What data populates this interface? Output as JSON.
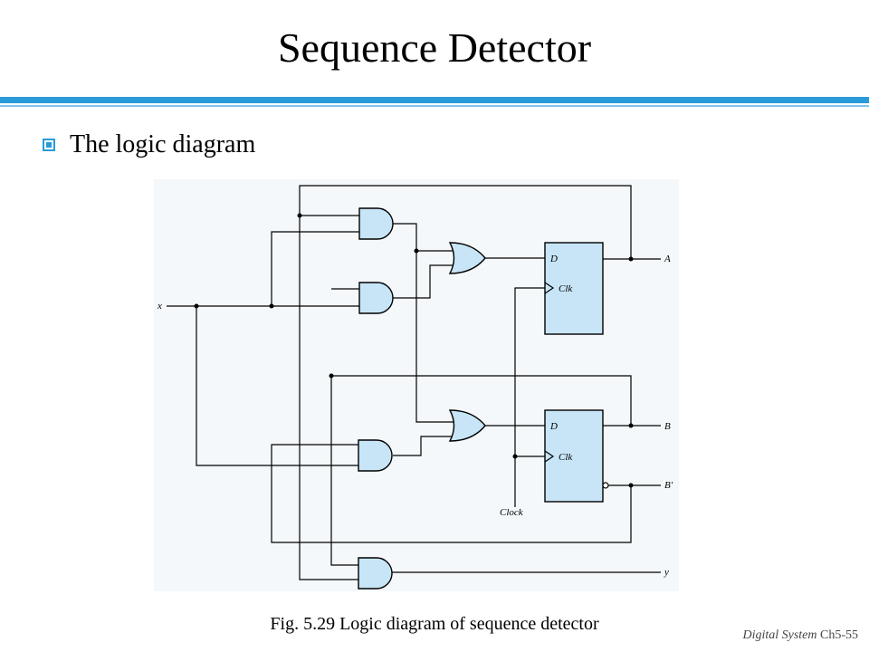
{
  "slide": {
    "title": "Sequence Detector",
    "bullet": "The logic diagram",
    "caption": "Fig. 5.29  Logic diagram of sequence detector",
    "footer_italic": "Digital System",
    "footer_page": "Ch5-55"
  },
  "diagram": {
    "input_x": "x",
    "output_A": "A",
    "output_B": "B",
    "output_Bprime": "B′",
    "output_y": "y",
    "clock": "Clock",
    "ff1_d": "D",
    "ff1_clk": "Clk",
    "ff2_d": "D",
    "ff2_clk": "Clk"
  },
  "colors": {
    "accent": "#2a9ad8",
    "gate_fill": "#c7e5f6"
  }
}
